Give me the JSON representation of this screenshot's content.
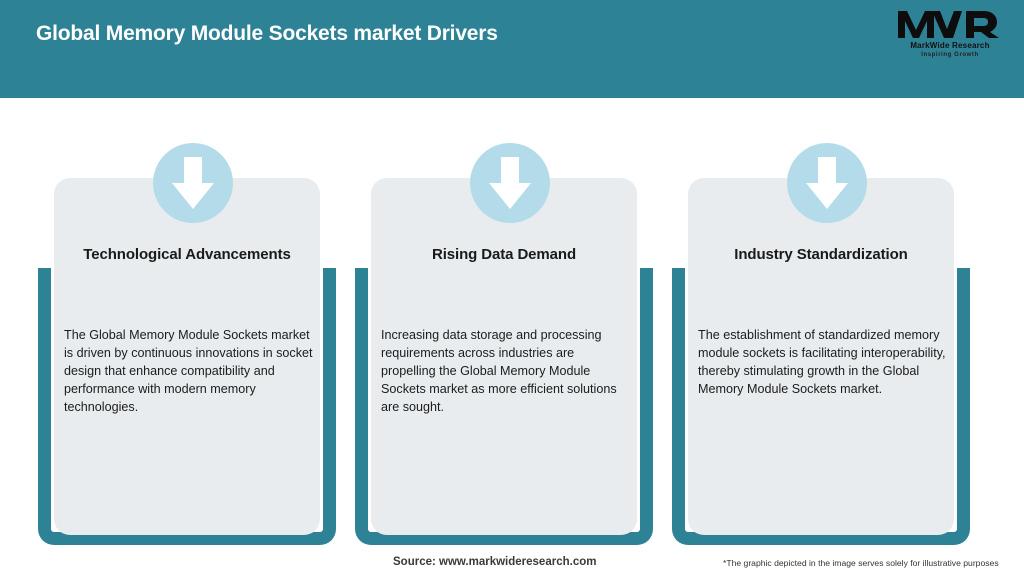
{
  "header": {
    "title": "Global Memory Module Sockets market Drivers",
    "bar_color": "#2e8296",
    "title_color": "#ffffff"
  },
  "logo": {
    "mark": "MWR",
    "name": "MarkWide Research",
    "tagline": "Inspiring Growth"
  },
  "cards": [
    {
      "icon": "down-arrow-icon",
      "title": "Technological Advancements",
      "body": "The Global Memory Module Sockets market is driven by continuous innovations in socket design that enhance compatibility and performance with modern memory technologies."
    },
    {
      "icon": "down-arrow-icon",
      "title": "Rising Data Demand",
      "body": "Increasing data storage and processing requirements across industries are propelling the Global Memory Module Sockets market as more efficient solutions are sought."
    },
    {
      "icon": "down-arrow-icon",
      "title": "Industry Standardization",
      "body": "The establishment of standardized memory module sockets is facilitating interoperability, thereby stimulating growth in the Global Memory Module Sockets market."
    }
  ],
  "footer": {
    "source": "Source: www.markwideresearch.com",
    "disclaimer": "*The graphic depicted in the image serves solely for illustrative purposes"
  },
  "colors": {
    "accent_teal": "#2e8296",
    "card_gray": "#e8ecee",
    "circle_blue": "#b3dbe9",
    "page_background": "#ffffff"
  }
}
